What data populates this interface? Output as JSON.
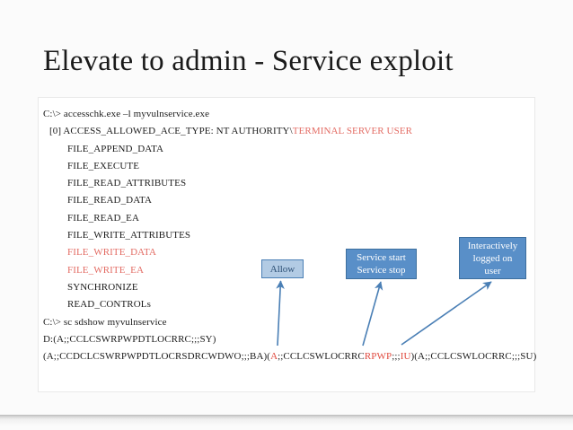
{
  "slide": {
    "title": "Elevate to admin - Service exploit"
  },
  "console": {
    "lines": [
      {
        "indent": 0,
        "segments": [
          {
            "text": "C:\\> accesschk.exe –l myvulnservice.exe",
            "color": "default"
          }
        ]
      },
      {
        "indent": 1,
        "segments": [
          {
            "text": "[0] ACCESS_ALLOWED_ACE_TYPE: NT AUTHORITY\\",
            "color": "default"
          },
          {
            "text": "TERMINAL SERVER USER",
            "color": "red"
          }
        ]
      },
      {
        "indent": 2,
        "segments": [
          {
            "text": "FILE_APPEND_DATA",
            "color": "default"
          }
        ]
      },
      {
        "indent": 2,
        "segments": [
          {
            "text": "FILE_EXECUTE",
            "color": "default"
          }
        ]
      },
      {
        "indent": 2,
        "segments": [
          {
            "text": "FILE_READ_ATTRIBUTES",
            "color": "default"
          }
        ]
      },
      {
        "indent": 2,
        "segments": [
          {
            "text": "FILE_READ_DATA",
            "color": "default"
          }
        ]
      },
      {
        "indent": 2,
        "segments": [
          {
            "text": "FILE_READ_EA",
            "color": "default"
          }
        ]
      },
      {
        "indent": 2,
        "segments": [
          {
            "text": "FILE_WRITE_ATTRIBUTES",
            "color": "default"
          }
        ]
      },
      {
        "indent": 2,
        "segments": [
          {
            "text": "FILE_WRITE_DATA",
            "color": "red"
          }
        ]
      },
      {
        "indent": 2,
        "segments": [
          {
            "text": "FILE_WRITE_EA",
            "color": "red"
          }
        ]
      },
      {
        "indent": 2,
        "segments": [
          {
            "text": "SYNCHRONIZE",
            "color": "default"
          }
        ]
      },
      {
        "indent": 2,
        "segments": [
          {
            "text": "READ_CONTROLs",
            "color": "default"
          }
        ]
      },
      {
        "indent": 0,
        "segments": [
          {
            "text": "C:\\> sc sdshow myvulnservice",
            "color": "default"
          }
        ]
      },
      {
        "indent": 0,
        "segments": [
          {
            "text": "D:(A;;CCLCSWRPWPDTLOCRRC;;;SY)",
            "color": "default"
          }
        ]
      },
      {
        "indent": 0,
        "segments": [
          {
            "text": "(A;;CCDCLCSWRPWPDTLOCRSDRCWDWO;;;BA)(",
            "color": "default"
          },
          {
            "text": "A",
            "color": "red-strong"
          },
          {
            "text": ";;CCLCSWLOCRRC",
            "color": "default"
          },
          {
            "text": "RPWP",
            "color": "red-strong"
          },
          {
            "text": ";;;",
            "color": "default"
          },
          {
            "text": "IU",
            "color": "red-strong"
          },
          {
            "text": ")(A;;CCLCSWLOCRRC;;;SU)",
            "color": "default"
          }
        ]
      }
    ]
  },
  "callouts": {
    "allow": {
      "lines": [
        "Allow"
      ]
    },
    "service": {
      "lines": [
        "Service start",
        "Service stop"
      ]
    },
    "user": {
      "lines": [
        "Interactively",
        "logged on",
        "user"
      ]
    }
  },
  "colors": {
    "accent_blue": "#4a7fb5",
    "callout_fill_light": "#b2cbe4",
    "callout_fill_dark": "#598fc8",
    "highlight_red": "#e36c64",
    "highlight_red_strong": "#e04a3f",
    "arrow_blue": "#4a7fb5"
  }
}
